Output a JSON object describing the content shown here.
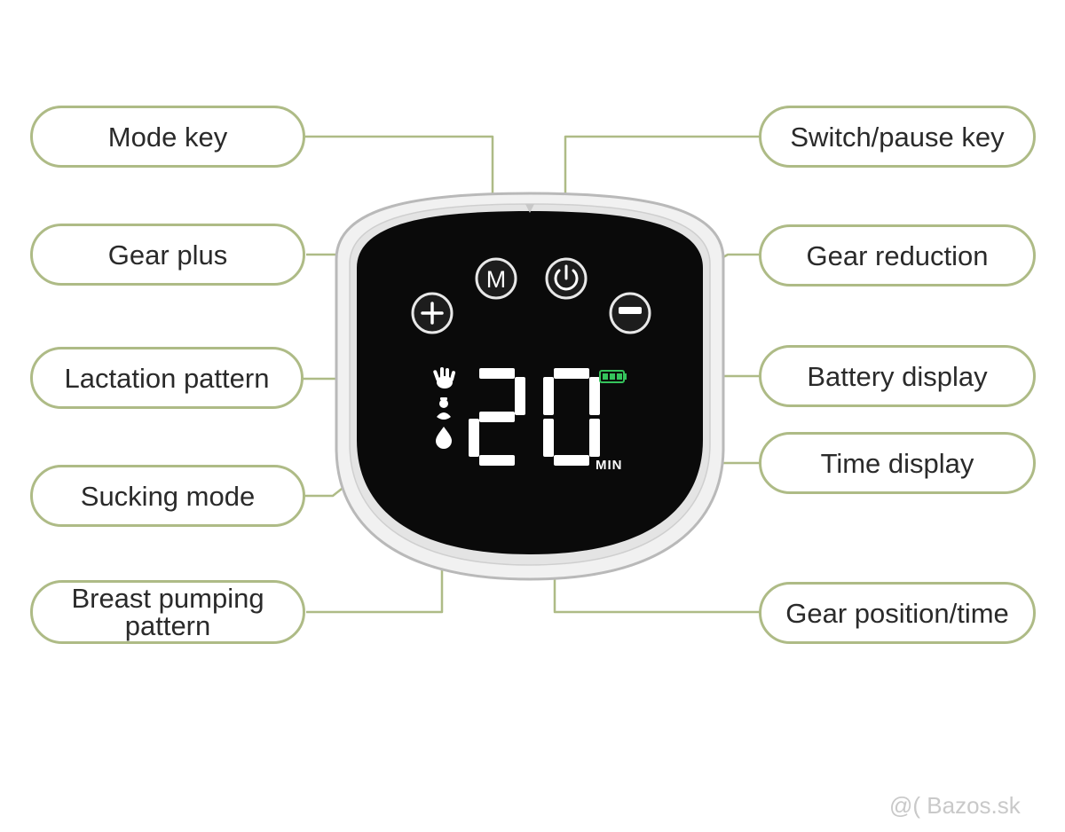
{
  "labels": {
    "mode_key": "Mode key",
    "switch_pause_key": "Switch/pause key",
    "gear_plus": "Gear plus",
    "gear_reduction": "Gear reduction",
    "lactation_pattern": "Lactation pattern",
    "battery_display": "Battery display",
    "sucking_mode": "Sucking mode",
    "time_display": "Time display",
    "breast_pumping_pattern": "Breast pumping pattern",
    "gear_position_time": "Gear position/time"
  },
  "device": {
    "buttons": {
      "mode": "M",
      "power_icon": "power-icon",
      "plus_icon": "plus-icon",
      "minus_icon": "minus-icon"
    },
    "display": {
      "digits": "20",
      "unit": "MIN",
      "battery_icon": "battery-icon",
      "battery_level": 1.0,
      "pattern_icons": [
        "hand-icon",
        "baby-icon",
        "drop-icon"
      ]
    }
  },
  "colors": {
    "pill_border": "#aebb86",
    "leader_line": "#aebb86",
    "screen": "#0a0a0a",
    "battery": "#35c45c"
  },
  "watermark": "@( Bazos.sk"
}
